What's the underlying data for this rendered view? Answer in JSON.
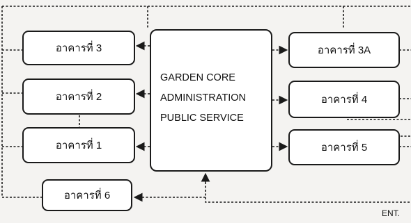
{
  "core": {
    "lines": [
      "GARDEN CORE",
      "ADMINISTRATION",
      "PUBLIC SERVICE"
    ]
  },
  "buildings": {
    "b3": "อาคารที่ 3",
    "b2": "อาคารที่ 2",
    "b1": "อาคารที่ 1",
    "b6": "อาคารที่ 6",
    "b3a": "อาคารที่ 3A",
    "b4": "อาคารที่ 4",
    "b5": "อาคารที่ 5"
  },
  "entrance_label": "ENT.",
  "colors": {
    "line": "#1a1a1a",
    "background": "#f4f3f1"
  }
}
